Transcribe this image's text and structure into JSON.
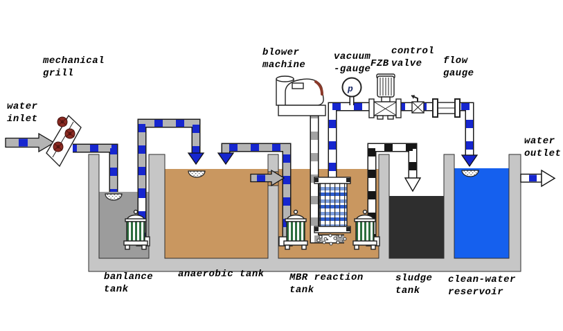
{
  "labels": {
    "water_inlet": "water\ninlet",
    "mechanical_grill": "mechanical\ngrill",
    "blower_machine": "blower\nmachine",
    "vacuum_gauge": "vacuum\n-gauge",
    "fzb": "FZB",
    "control_valve": "control\nvalve",
    "flow_gauge": "flow\ngauge",
    "water_outlet": "water\noutlet",
    "balance_tank": "banlance\ntank",
    "anaerobic_tank": "anaerobic tank",
    "mbr_reaction_tank": "MBR reaction\ntank",
    "sludge_tank": "sludge\ntank",
    "clean_water_reservoir": "clean-water\nreservoir",
    "vacuum_gauge_dial": "p"
  },
  "colors": {
    "pipe_gray": "#b4b4b4",
    "pipe_blue": "#1626cf",
    "wall_gray": "#c6c6c6",
    "balance_water": "#9c9c9c",
    "anaerobic_water": "#c99760",
    "mbr_water": "#c99760",
    "sludge": "#2e2e2e",
    "clean_water": "#1560ee",
    "grill_gear_red": "#8b2b23",
    "pump_stripe_green": "#2c6e3e"
  },
  "equipment": [
    "mechanical-grill",
    "submersible-pump",
    "blower-machine",
    "vacuum-gauge",
    "fzb-pump",
    "control-valve",
    "flow-gauge",
    "mbr-membrane-module",
    "level-float"
  ]
}
